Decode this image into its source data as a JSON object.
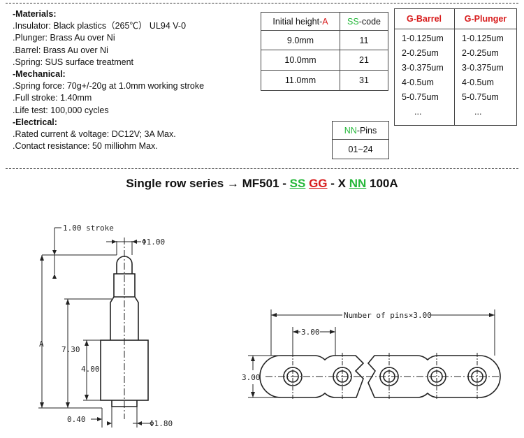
{
  "specs": {
    "lines": [
      {
        "text": "-Materials:",
        "head": true
      },
      {
        "text": ".Insulator: Black plastics（265℃） UL94 V-0",
        "head": false
      },
      {
        "text": ".Plunger: Brass Au over Ni",
        "head": false
      },
      {
        "text": ".Barrel: Brass Au over Ni",
        "head": false
      },
      {
        "text": ".Spring: SUS surface treatment",
        "head": false
      },
      {
        "text": "-Mechanical:",
        "head": true
      },
      {
        "text": ".Spring force: 70g+/-20g at 1.0mm working stroke",
        "head": false
      },
      {
        "text": ".Full stroke: 1.40mm",
        "head": false
      },
      {
        "text": ".Life test: 100,000 cycles",
        "head": false
      },
      {
        "text": "-Electrical:",
        "head": true
      },
      {
        "text": ".Rated current & voltage: DC12V; 3A Max.",
        "head": false
      },
      {
        "text": ".Contact resistance: 50 milliohm Max.",
        "head": false
      }
    ]
  },
  "height_table": {
    "header": {
      "h1_prefix": "Initial height-",
      "h1_code": "A",
      "h2_code": "SS",
      "h2_suffix": "-code"
    },
    "rows": [
      {
        "height": "9.0mm",
        "code": "11"
      },
      {
        "height": "10.0mm",
        "code": "21"
      },
      {
        "height": "11.0mm",
        "code": "31"
      }
    ]
  },
  "pins_table": {
    "code": "NN",
    "suffix": "-Pins",
    "value": "01~24"
  },
  "gold_table": {
    "barrel_header": "G-Barrel",
    "plunger_header": "G-Plunger",
    "barrel": [
      "1-0.125um",
      "2-0.25um",
      "3-0.375um",
      "4-0.5um",
      "5-0.75um",
      "..."
    ],
    "plunger": [
      "1-0.125um",
      "2-0.25um",
      "3-0.375um",
      "4-0.5um",
      "5-0.75um",
      "..."
    ]
  },
  "series_title": {
    "prefix": "Single row series ",
    "arrow": "→",
    "model": " MF501 - ",
    "ss": "SS",
    "gg": "GG",
    "mid": " - X ",
    "nn": "NN",
    "suffix": " 100A"
  },
  "drawing": {
    "stroke_label": "1.00 stroke",
    "tip_dia": "Φ1.00",
    "height_label": "A",
    "len_730": "7.30",
    "len_400": "4.00",
    "len_040": "0.40",
    "base_dia": "Φ1.80",
    "pitch_total": "Number of pins×3.00",
    "pitch": "3.00",
    "width": "3.00"
  },
  "colors": {
    "red": "#d81c1c",
    "green": "#25b83a"
  }
}
